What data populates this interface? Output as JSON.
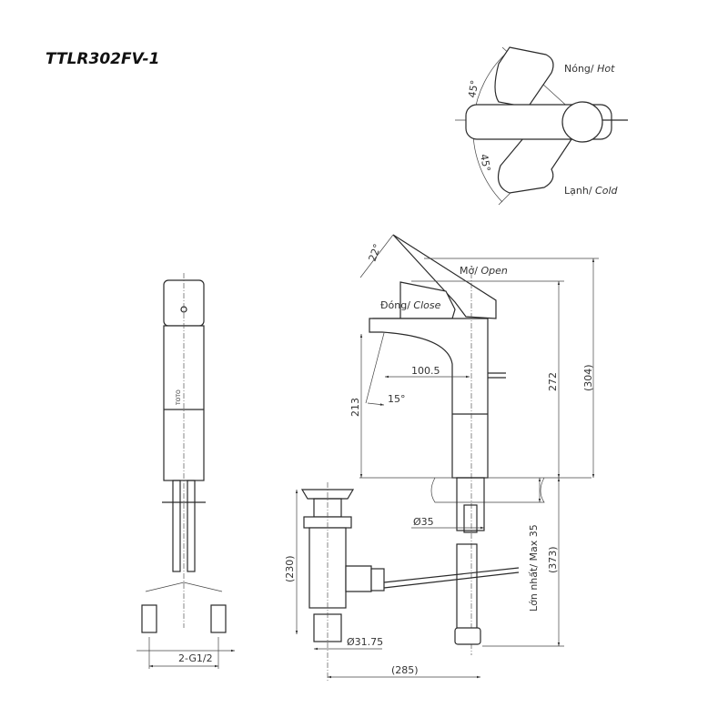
{
  "title": "TTLR302FV-1",
  "top_view": {
    "angle_hot": "45°",
    "angle_cold": "45°",
    "hot_label": "Nóng/",
    "hot_label_en": "Hot",
    "cold_label": "Lạnh/",
    "cold_label_en": "Cold"
  },
  "front_view": {
    "logo": "TOTO",
    "connection": "2-G1/2"
  },
  "side_view": {
    "open_angle": "22°",
    "open_label": "Mở/",
    "open_label_en": "Open",
    "close_label": "Đóng/",
    "close_label_en": "Close",
    "spout_reach": "100.5",
    "spout_angle": "15°",
    "spout_height": "213",
    "height_272": "272",
    "height_304": "(304)",
    "pipe_dia": "Ø35",
    "max_thickness": "Lớn nhất/ Max 35",
    "height_373": "(373)",
    "drain_height": "(230)",
    "drain_dia": "Ø31.75",
    "drain_distance": "(285)"
  }
}
